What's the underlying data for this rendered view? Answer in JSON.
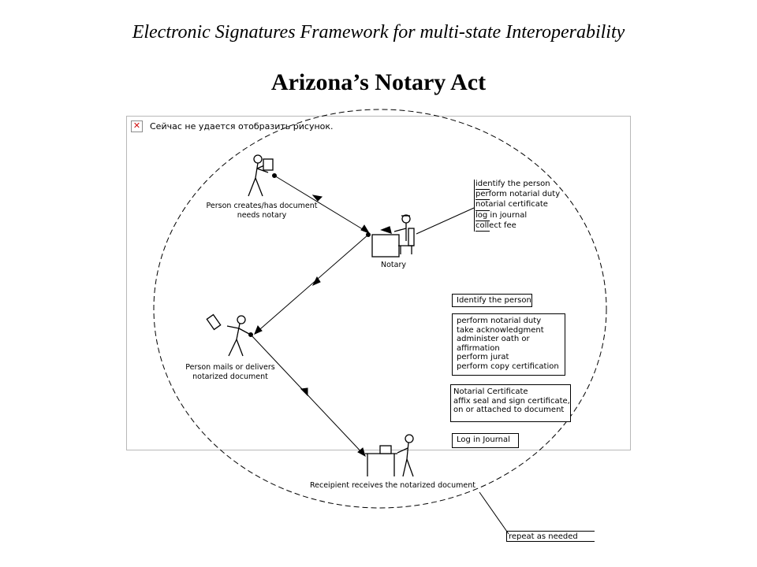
{
  "header": {
    "subtitle": "Electronic Signatures Framework for multi-state Interoperability",
    "title": "Arizona’s Notary Act"
  },
  "broken_image": {
    "icon": "broken-image-icon",
    "text": "Сейчас не удается отобразить рисунок."
  },
  "actors": {
    "creator": {
      "label_line1": "Person creates/has document",
      "label_line2": "needs notary"
    },
    "notary": {
      "label": "Notary"
    },
    "sender": {
      "label_line1": "Person mails or delivers",
      "label_line2": "notarized document"
    },
    "recipient": {
      "label": "Receipient receives the notarized document"
    }
  },
  "notary_duties": [
    "identify the person",
    "perform notarial duty",
    "notarial certificate",
    "log in journal",
    "collect fee"
  ],
  "detail_boxes": {
    "identify": "Identify the person",
    "duty_lines": [
      "perform notarial duty",
      "take acknowledgment",
      "administer oath or",
      "affirmation",
      "perform jurat",
      "perform copy certification"
    ],
    "certificate_lines": [
      "Notarial Certificate",
      "affix seal and sign certificate,",
      "on or attached to document"
    ],
    "journal": "Log in Journal"
  },
  "footer_note": "repeat as needed"
}
